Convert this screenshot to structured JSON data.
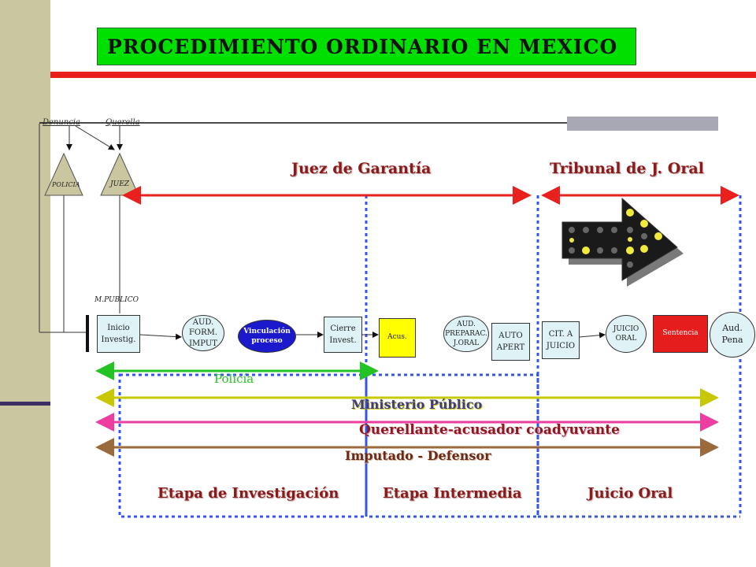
{
  "title": "PROCEDIMIENTO ORDINARIO EN MEXICO",
  "sources": {
    "denuncia": "Denuncia",
    "querella": "Querella"
  },
  "triangles": {
    "policia": "POLICIA",
    "juez": "JUEZ"
  },
  "mp_label": "M.PUBLICO",
  "headings": {
    "juez_garantia": "Juez de Garantía",
    "tribunal": "Tribunal de J. Oral"
  },
  "flow": [
    {
      "id": "inicio",
      "label": "Inicio\nInvestig."
    },
    {
      "id": "aud-form",
      "label": "AUD.\nFORM.\nIMPUT"
    },
    {
      "id": "vinculacion",
      "label": "Vinculación\nproceso"
    },
    {
      "id": "cierre",
      "label": "Cierre\nInvest."
    },
    {
      "id": "acus",
      "label": "Acus."
    },
    {
      "id": "aud-prep",
      "label": "AUD.\nPREPARAC.\nJ.ORAL"
    },
    {
      "id": "auto-apert",
      "label": "AUTO\nAPERT"
    },
    {
      "id": "cit-juicio",
      "label": "CIT. A\nJUICIO"
    },
    {
      "id": "juicio-oral",
      "label": "JUICIO\nORAL"
    },
    {
      "id": "sentencia",
      "label": "Sentencia"
    },
    {
      "id": "aud-pena",
      "label": "Aud.\nPena"
    }
  ],
  "actors": {
    "policia": "Policía",
    "ministerio": "Ministerio Público",
    "querellante": "Querellante-acusador coadyuvante",
    "imputado": "Imputado - Defensor"
  },
  "stages": {
    "investigacion": "Etapa de Investigación",
    "intermedia": "Etapa Intermedia",
    "juicio": "Juicio Oral"
  },
  "colors": {
    "title_bg": "#00e000",
    "red_line": "#e8211e",
    "policia_line": "#22c322",
    "ministerio_line": "#c8c800",
    "querellante_line": "#ec3ea0",
    "imputado_line": "#9a6a3c",
    "stage_border": "#3355ee",
    "heading": "#8b1a1a",
    "sentencia_bg": "#e51d1d",
    "acus_bg": "#ffff00",
    "vinculacion_bg": "#1a1acc"
  }
}
